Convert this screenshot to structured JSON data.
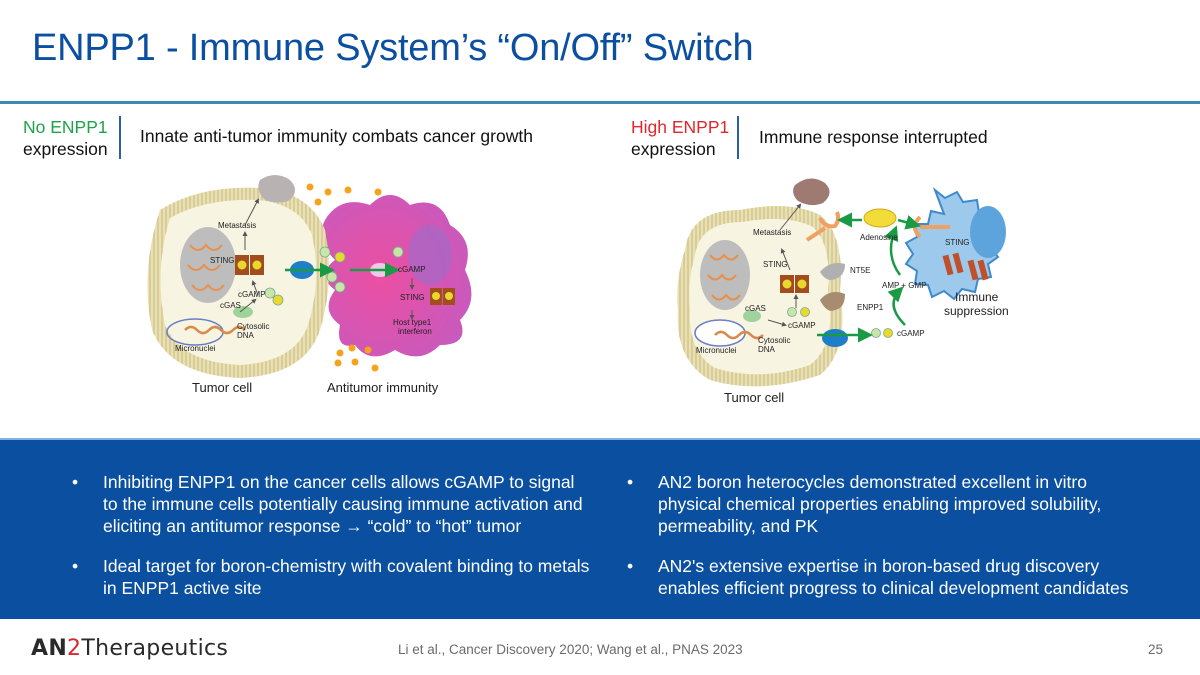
{
  "slide": {
    "title": "ENPP1 - Immune System’s “On/Off” Switch",
    "page_number": "25",
    "citation": "Li et al., Cancer Discovery 2020; Wang et al., PNAS 2023"
  },
  "left_condition": {
    "highlight": "No ENPP1",
    "rest": "expression",
    "description": "Innate anti-tumor immunity combats cancer growth",
    "highlight_color": "#1fa34a"
  },
  "right_condition": {
    "highlight": "High ENPP1",
    "rest": "expression",
    "description": "Immune response interrupted",
    "highlight_color": "#e3262d"
  },
  "left_diagram": {
    "labels": {
      "metastasis": "Metastasis",
      "sting": "STING",
      "cgamp": "cGAMP",
      "cgas": "cGAS",
      "cytosolic": "Cytosolic",
      "dna": "DNA",
      "micronuclei": "Micronuclei",
      "cgamp_immune": "cGAMP",
      "sting_immune": "STING",
      "host1": "Host type1",
      "host2": "interferon",
      "tumor_cell": "Tumor cell",
      "antitumor": "Antitumor immunity"
    }
  },
  "right_diagram": {
    "labels": {
      "metastasis": "Metastasis",
      "adenosine": "Adenosine",
      "sting_immune": "STING",
      "sting": "STING",
      "nt5e": "NT5E",
      "amp_gmp": "AMP + GMP",
      "cgas": "cGAS",
      "enpp1": "ENPP1",
      "cgamp": "cGAMP",
      "cgamp_out": "cGAMP",
      "cytosolic": "Cytosolic",
      "dna": "DNA",
      "micronuclei": "Micronuclei",
      "immune1": "Immune",
      "immune2": "suppression",
      "tumor_cell": "Tumor cell"
    }
  },
  "bullets": {
    "bullet_char": "•",
    "left": [
      {
        "lines": [
          "Inhibiting ENPP1 on the cancer cells allows cGAMP to signal",
          "to the immune cells potentially causing immune activation and",
          "eliciting an antitumor response → “cold” to “hot” tumor"
        ]
      },
      {
        "lines": [
          "Ideal target for boron-chemistry with covalent binding to metals",
          "in ENPP1 active site"
        ]
      }
    ],
    "right": [
      {
        "lines": [
          "AN2 boron heterocycles demonstrated excellent in vitro",
          "physical chemical properties enabling improved solubility,",
          "permeability, and PK"
        ]
      },
      {
        "lines": [
          "AN2's extensive expertise in boron-based drug discovery",
          "enables efficient progress to clinical development candidates"
        ]
      }
    ]
  },
  "logo": {
    "part1": "AN",
    "part2": "2",
    "part3": "Therapeutics"
  },
  "colors": {
    "title": "#0b4fa0",
    "panel": "#0b50a0",
    "rule": "#3b8bb4",
    "arrow_green": "#1a9a45"
  }
}
